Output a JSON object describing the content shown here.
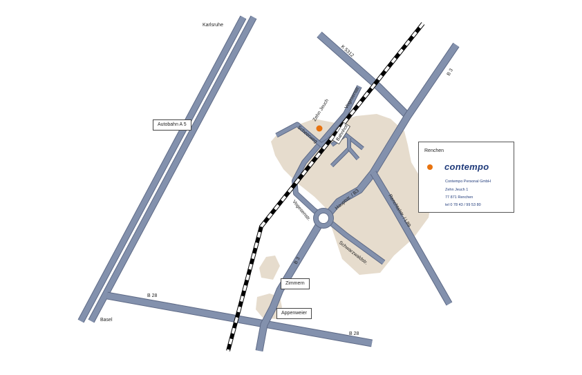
{
  "labels": {
    "karlsruhe": "Karlsruhe",
    "basel": "Basel",
    "k5312": "K 5312",
    "b3_top": "B 3",
    "vogesenstr_top": "Vogesenstr.",
    "zehn_jeuch": "Zehn Jeuch",
    "scheerweg": "Scheerweg",
    "vogesenstr_mid": "Vogesenstr.",
    "hauptstr": "Hauptstr. / B3",
    "renchtalstr": "Renchtalstr. / L89",
    "schwarzwaldstr": "Schwarzwaldstr.",
    "b3_mid": "B 3",
    "b28_left": "B 28",
    "b28_right": "B 28"
  },
  "boxes": {
    "autobahn": "Autobahn A 5",
    "bahnhof": "Bahnhof",
    "zimmern": "Zimmern",
    "appenweier": "Appenweier"
  },
  "info": {
    "title": "Renchen",
    "logo": "contempo",
    "company": "Contempo Personal GmbH",
    "street": "Zehn Jeuch 1",
    "city": "77 871 Renchen",
    "phone": "tel 0 78 43 / 99 53 80"
  },
  "colors": {
    "road": "#8391ad",
    "road_edge": "#5e6a86",
    "town": "#e6dccd",
    "marker": "#e8730f",
    "rail": "#000000"
  }
}
